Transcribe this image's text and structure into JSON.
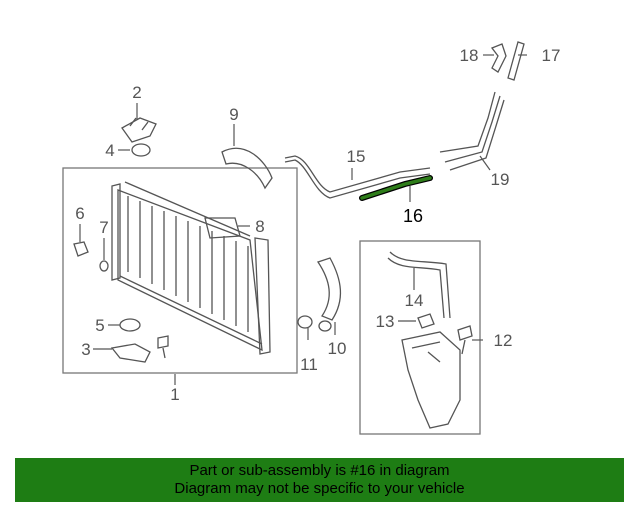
{
  "callouts": [
    {
      "id": "1",
      "label": "1"
    },
    {
      "id": "2",
      "label": "2"
    },
    {
      "id": "3",
      "label": "3"
    },
    {
      "id": "4",
      "label": "4"
    },
    {
      "id": "5",
      "label": "5"
    },
    {
      "id": "6",
      "label": "6"
    },
    {
      "id": "7",
      "label": "7"
    },
    {
      "id": "8",
      "label": "8"
    },
    {
      "id": "9",
      "label": "9"
    },
    {
      "id": "10",
      "label": "10"
    },
    {
      "id": "11",
      "label": "11"
    },
    {
      "id": "12",
      "label": "12"
    },
    {
      "id": "13",
      "label": "13"
    },
    {
      "id": "14",
      "label": "14"
    },
    {
      "id": "15",
      "label": "15"
    },
    {
      "id": "16",
      "label": "16"
    },
    {
      "id": "17",
      "label": "17"
    },
    {
      "id": "18",
      "label": "18"
    },
    {
      "id": "19",
      "label": "19"
    }
  ],
  "highlight_part": "16",
  "colors": {
    "highlight": "#2e7d1a",
    "banner": "#1e7d14",
    "line": "#555555"
  },
  "banner": {
    "line1": "Part or sub-assembly is #16 in diagram",
    "line2": "Diagram may not be specific to your vehicle"
  }
}
